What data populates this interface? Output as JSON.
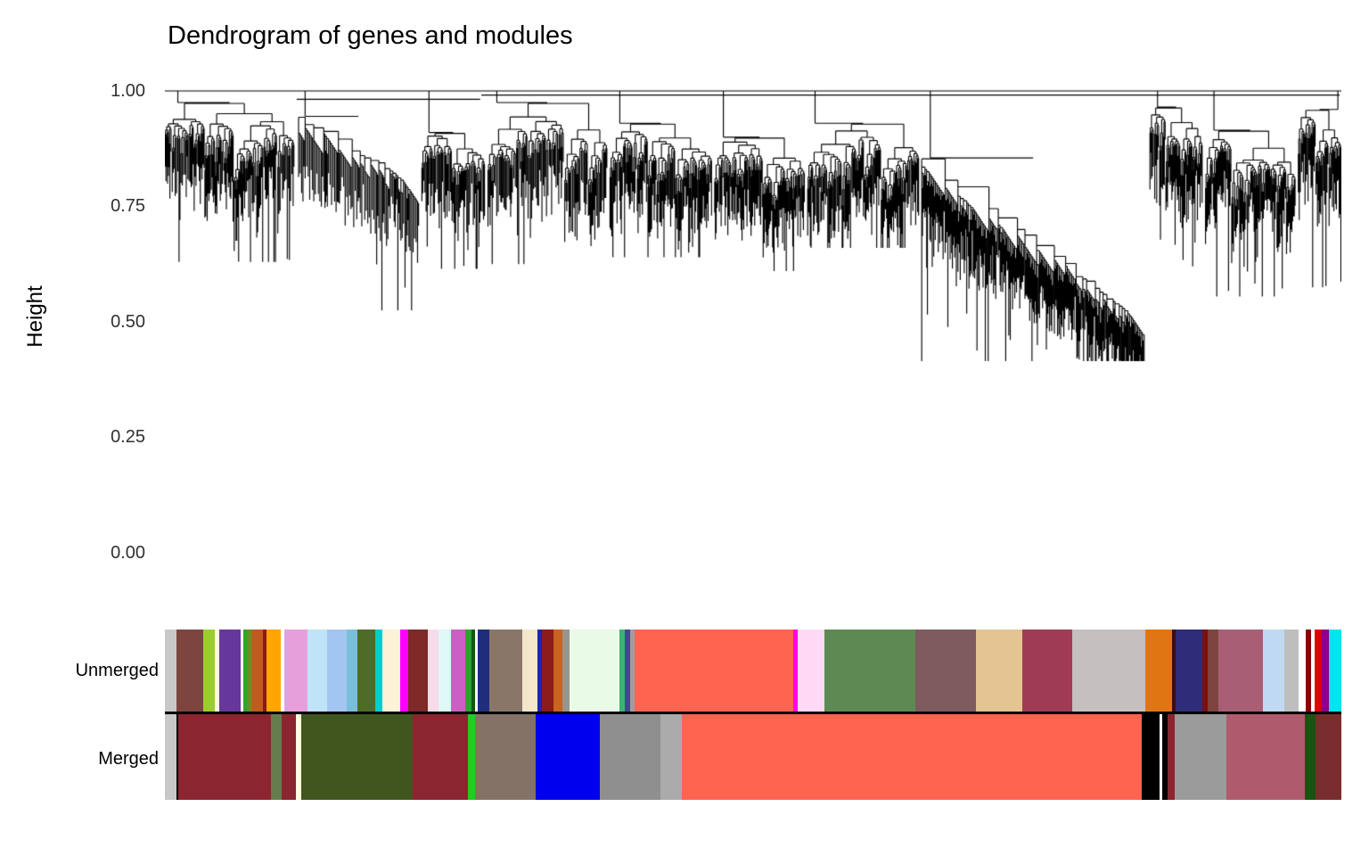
{
  "title": "Dendrogram of genes and modules",
  "axis": {
    "y_label": "Height",
    "y_ticks": [
      "1.00",
      "0.75",
      "0.50",
      "0.25",
      "0.00"
    ]
  },
  "chart_data": {
    "type": "dendrogram",
    "title": "Dendrogram of genes and modules",
    "xlabel": "",
    "ylabel": "Height",
    "ylim": [
      0,
      1
    ],
    "y_ticks": [
      1.0,
      0.75,
      0.5,
      0.25,
      0.0
    ],
    "grid": false,
    "legend": false,
    "dendrogram": {
      "line_color": "#000000",
      "top_height": 1.0,
      "spines": [
        {
          "h": 1.0,
          "x0": 0.0,
          "x1": 1.0
        },
        {
          "h": 0.991,
          "x0": 0.269,
          "x1": 0.9985
        },
        {
          "h": 0.982,
          "x0": 0.112,
          "x1": 0.268
        }
      ],
      "clusters": [
        {
          "x0": 0.0,
          "x1": 0.11,
          "topL": 0.975,
          "topR": 0.905,
          "bottom": 0.63,
          "attach": 0.1
        },
        {
          "x0": 0.113,
          "x1": 0.216,
          "topL": 0.945,
          "topR": 0.8,
          "bottom": 0.525,
          "attach": 0.06
        },
        {
          "x0": 0.218,
          "x1": 0.272,
          "topL": 0.91,
          "topR": 0.855,
          "bottom": 0.615,
          "attach": 0.12
        },
        {
          "x0": 0.274,
          "x1": 0.376,
          "topL": 0.975,
          "topR": 0.885,
          "bottom": 0.625,
          "attach": 0.08
        },
        {
          "x0": 0.378,
          "x1": 0.465,
          "topL": 0.93,
          "topR": 0.855,
          "bottom": 0.64,
          "attach": 0.1
        },
        {
          "x0": 0.467,
          "x1": 0.544,
          "topL": 0.9,
          "topR": 0.835,
          "bottom": 0.61,
          "attach": 0.1
        },
        {
          "x0": 0.546,
          "x1": 0.641,
          "topL": 0.93,
          "topR": 0.865,
          "bottom": 0.66,
          "attach": 0.07
        },
        {
          "x0": 0.643,
          "x1": 0.833,
          "topL": 0.855,
          "topR": 0.5,
          "bottom": 0.415,
          "attach": 0.04
        },
        {
          "x0": 0.837,
          "x1": 0.882,
          "topL": 0.965,
          "topR": 0.89,
          "bottom": 0.62,
          "attach": 0.15
        },
        {
          "x0": 0.884,
          "x1": 0.961,
          "topL": 0.915,
          "topR": 0.82,
          "bottom": 0.555,
          "attach": 0.1
        },
        {
          "x0": 0.963,
          "x1": 1.0,
          "topL": 0.96,
          "topR": 0.88,
          "bottom": 0.575,
          "attach": 0.92
        }
      ]
    },
    "color_bars": [
      {
        "label": "Unmerged",
        "segments": [
          [
            "#C8C8C8",
            13
          ],
          [
            "#7E453E",
            30
          ],
          [
            "#9ACD32",
            13
          ],
          [
            "#FFF8DC",
            5
          ],
          [
            "#67389B",
            24
          ],
          [
            "#FFFFFF",
            3
          ],
          [
            "#2FA52F",
            4
          ],
          [
            "#6B8E23",
            6
          ],
          [
            "#BF5B1D",
            12
          ],
          [
            "#8B1A1A",
            4
          ],
          [
            "#FFA500",
            16
          ],
          [
            "#FFFFFF",
            4
          ],
          [
            "#E79FDC",
            26
          ],
          [
            "#BFE3F7",
            22
          ],
          [
            "#A3C6F0",
            22
          ],
          [
            "#79BEDB",
            12
          ],
          [
            "#4F6B28",
            20
          ],
          [
            "#00CED1",
            8
          ],
          [
            "#FBF2D7",
            20
          ],
          [
            "#FF00FF",
            9
          ],
          [
            "#7E2A28",
            22
          ],
          [
            "#F6DCE9",
            12
          ],
          [
            "#DFF7F7",
            14
          ],
          [
            "#CC5FC4",
            16
          ],
          [
            "#2EA12E",
            7
          ],
          [
            "#0E5A0E",
            4
          ],
          [
            "#FFFFFF",
            3
          ],
          [
            "#1F2E7A",
            13
          ],
          [
            "#8A7668",
            37
          ],
          [
            "#F3E6CB",
            17
          ],
          [
            "#2222AA",
            5
          ],
          [
            "#8B1A1A",
            13
          ],
          [
            "#C8641E",
            10
          ],
          [
            "#9A948A",
            8
          ],
          [
            "#E9FAE6",
            56
          ],
          [
            "#3CB371",
            6
          ],
          [
            "#44449B",
            6
          ],
          [
            "#9E9E9E",
            5
          ],
          [
            "#FF6450",
            178
          ],
          [
            "#FF00E1",
            5
          ],
          [
            "#FFD9F5",
            30
          ],
          [
            "#5D8A52",
            102
          ],
          [
            "#7D5B5F",
            68
          ],
          [
            "#E3C492",
            52
          ],
          [
            "#A03B56",
            56
          ],
          [
            "#C6BFBF",
            82
          ],
          [
            "#E07613",
            30
          ],
          [
            "#3A0F0F",
            4
          ],
          [
            "#2F2C7A",
            30
          ],
          [
            "#7A1010",
            6
          ],
          [
            "#7E453E",
            12
          ],
          [
            "#A85F75",
            50
          ],
          [
            "#BFD9F2",
            24
          ],
          [
            "#BEBEBE",
            16
          ],
          [
            "#FFFFFF",
            8
          ],
          [
            "#8B0000",
            6
          ],
          [
            "#FFFFFF",
            4
          ],
          [
            "#E00000",
            8
          ],
          [
            "#8B008B",
            8
          ],
          [
            "#00E5EE",
            14
          ]
        ]
      },
      {
        "label": "Merged",
        "segments": [
          [
            "#C8C8C8",
            13
          ],
          [
            "#000000",
            2
          ],
          [
            "#8B2530",
            104
          ],
          [
            "#667C4E",
            12
          ],
          [
            "#8B2530",
            16
          ],
          [
            "#FFFFE0",
            6
          ],
          [
            "#41551F",
            125
          ],
          [
            "#8B2530",
            62
          ],
          [
            "#22CC22",
            8
          ],
          [
            "#857267",
            68
          ],
          [
            "#0000EE",
            72
          ],
          [
            "#8F8F8F",
            68
          ],
          [
            "#ABABAB",
            24
          ],
          [
            "#FF6450",
            516
          ],
          [
            "#000000",
            20
          ],
          [
            "#FFFFFF",
            3
          ],
          [
            "#000000",
            6
          ],
          [
            "#8B2530",
            8
          ],
          [
            "#9B9B9B",
            58
          ],
          [
            "#B05A6E",
            88
          ],
          [
            "#1A5211",
            12
          ],
          [
            "#7A2D2D",
            29
          ]
        ]
      }
    ]
  }
}
